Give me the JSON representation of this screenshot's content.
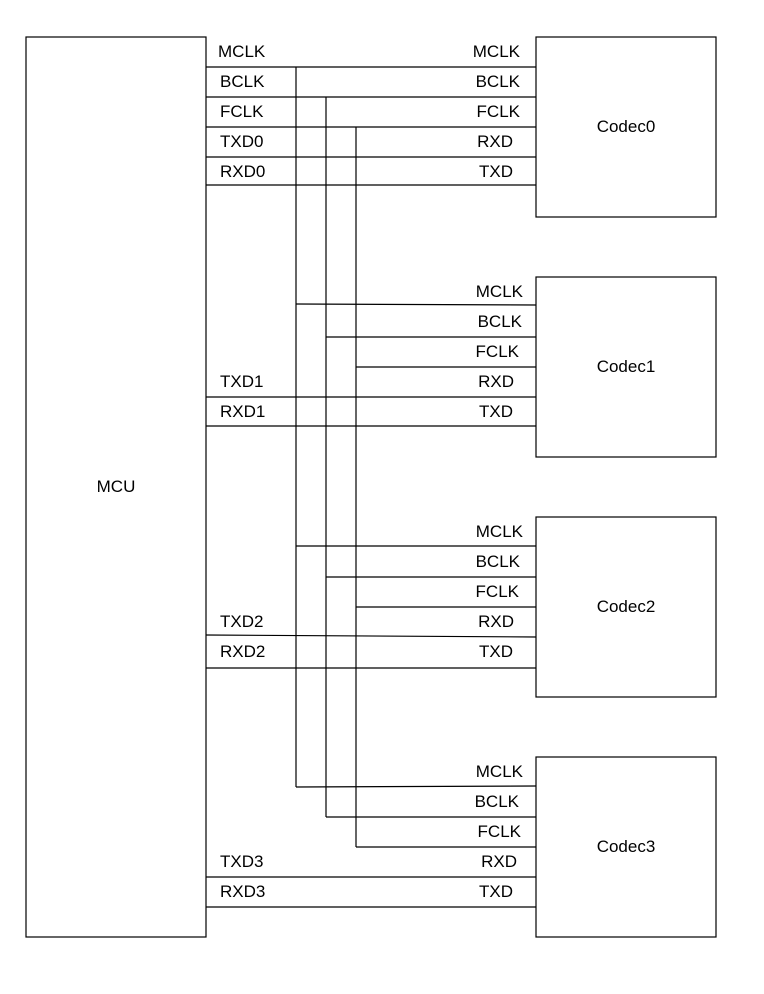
{
  "mcu": {
    "name": "MCU"
  },
  "mcu_pins": [
    "MCLK",
    "BCLK",
    "FCLK",
    "TXD0",
    "RXD0",
    "TXD1",
    "RXD1",
    "TXD2",
    "RXD2",
    "TXD3",
    "RXD3"
  ],
  "codecs": [
    {
      "name": "Codec0",
      "pins": [
        "MCLK",
        "BCLK",
        "FCLK",
        "RXD",
        "TXD"
      ]
    },
    {
      "name": "Codec1",
      "pins": [
        "MCLK",
        "BCLK",
        "FCLK",
        "RXD",
        "TXD"
      ]
    },
    {
      "name": "Codec2",
      "pins": [
        "MCLK",
        "BCLK",
        "FCLK",
        "RXD",
        "TXD"
      ]
    },
    {
      "name": "Codec3",
      "pins": [
        "MCLK",
        "BCLK",
        "FCLK",
        "RXD",
        "TXD"
      ]
    }
  ]
}
